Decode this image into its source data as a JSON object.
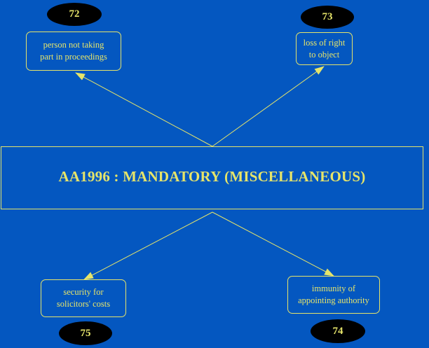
{
  "diagram": {
    "title": "AA1996 : MANDATORY (MISCELLANEOUS)",
    "nodes": [
      {
        "id": "72",
        "badge": "72",
        "label": "person not taking\npart in proceedings"
      },
      {
        "id": "73",
        "badge": "73",
        "label": "loss of right\nto object"
      },
      {
        "id": "75",
        "badge": "75",
        "label": "security for\nsolicitors' costs"
      },
      {
        "id": "74",
        "badge": "74",
        "label": "immunity of\nappointing authority"
      }
    ],
    "colors": {
      "background": "#0457c0",
      "foreground": "#e6e46a",
      "badge": "#000000"
    }
  }
}
